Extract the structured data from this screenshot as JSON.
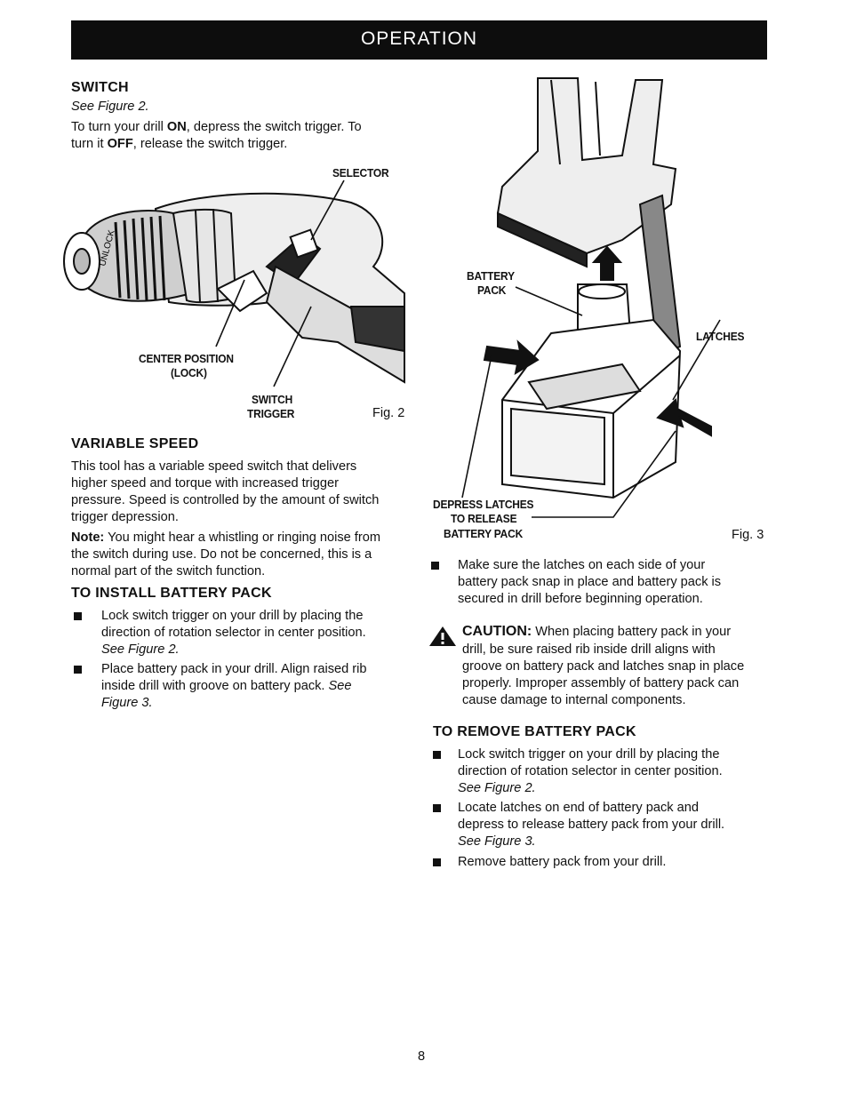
{
  "header": {
    "title": "OPERATION"
  },
  "switch_section": {
    "heading": "SWITCH",
    "see": "See Figure 2.",
    "line1_pre": "To turn your drill ",
    "line1_on": "ON",
    "line1_post": ", depress the switch trigger. To",
    "line2_pre": "turn it ",
    "line2_off": "OFF",
    "line2_post": ", release the switch trigger."
  },
  "figure2": {
    "label_selector": "SELECTOR",
    "label_center1": "CENTER POSITION",
    "label_center2": "(LOCK)",
    "label_switch1": "SWITCH",
    "label_switch2": "TRIGGER",
    "caption": "Fig. 2",
    "chuck_text": "UNLOCK"
  },
  "variable_speed": {
    "heading": "VARIABLE SPEED",
    "lines": [
      "This tool has a variable speed switch that delivers",
      "higher speed and torque with increased trigger",
      "pressure. Speed is controlled by the amount of switch",
      "trigger depression."
    ],
    "note_label": "Note:",
    "note_lines": [
      " You might hear a whistling or ringing noise from",
      "the switch during use. Do not be concerned, this is a",
      "normal part of the switch function."
    ]
  },
  "install": {
    "heading": "TO INSTALL BATTERY PACK",
    "b1": [
      "Lock switch trigger on your drill by placing the",
      "direction of rotation selector in center position.",
      "See Figure 2."
    ],
    "b2_l1": "Place battery pack in your drill. Align raised rib",
    "b2_l2a": "inside drill with groove on battery pack. ",
    "b2_l2b": "See",
    "b2_l3": "Figure 3."
  },
  "figure3": {
    "label_battery1": "BATTERY",
    "label_battery2": "PACK",
    "label_latches": "LATCHES",
    "label_depress1": "DEPRESS LATCHES",
    "label_depress2": "TO RELEASE",
    "label_depress3": "BATTERY PACK",
    "caption": "Fig. 3"
  },
  "right_col": {
    "b1": [
      "Make sure the latches on each side of your",
      "battery pack snap in place and battery pack is",
      "secured in drill before beginning operation."
    ],
    "caution_label": "CAUTION:",
    "caution_l1": " When placing battery pack in your",
    "caution_lines": [
      "drill, be sure raised rib inside drill aligns with",
      "groove on battery pack and latches snap in place",
      "properly. Improper assembly of battery pack can",
      "cause damage to internal components."
    ]
  },
  "remove": {
    "heading": "TO REMOVE BATTERY PACK",
    "b1": [
      "Lock switch trigger on your drill by placing the",
      "direction of rotation selector in center position.",
      "See Figure 2."
    ],
    "b2": [
      "Locate latches on end of battery pack and",
      "depress to release battery pack from your drill.",
      "See Figure 3."
    ],
    "b3": "Remove battery pack from your drill."
  },
  "footer": {
    "page_number": "8"
  }
}
